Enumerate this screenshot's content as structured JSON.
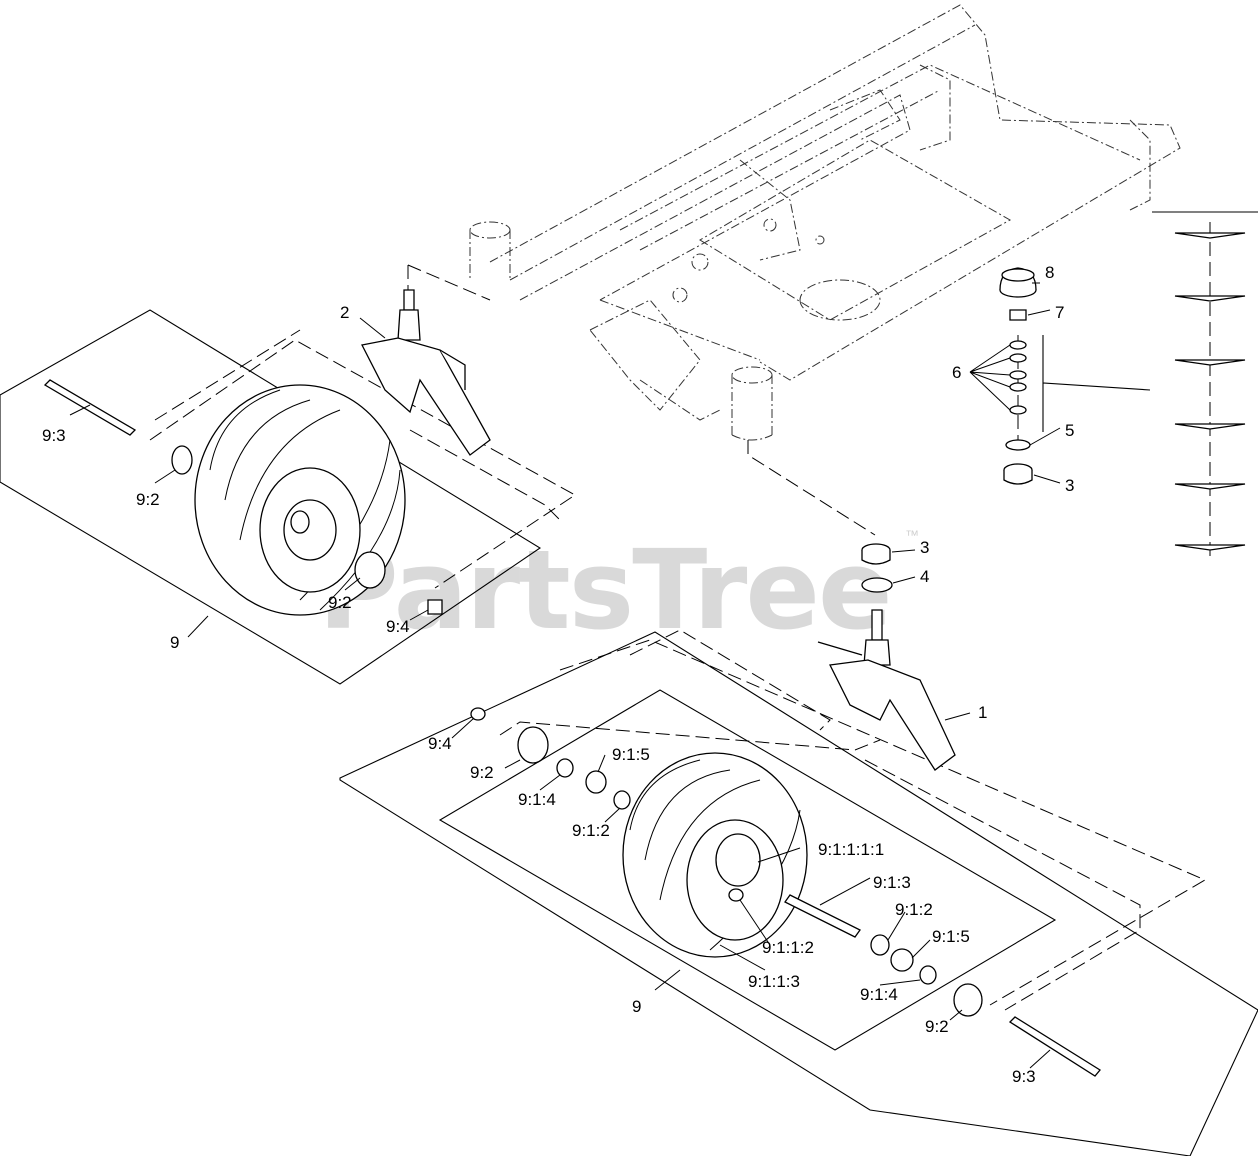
{
  "watermark": {
    "text": "PartsTree",
    "trademark": "™"
  },
  "callouts": [
    {
      "id": "c-8",
      "label": "8"
    },
    {
      "id": "c-7",
      "label": "7"
    },
    {
      "id": "c-6",
      "label": "6"
    },
    {
      "id": "c-5",
      "label": "5"
    },
    {
      "id": "c-3a",
      "label": "3"
    },
    {
      "id": "c-3b",
      "label": "3"
    },
    {
      "id": "c-4",
      "label": "4"
    },
    {
      "id": "c-2",
      "label": "2"
    },
    {
      "id": "c-1",
      "label": "1"
    },
    {
      "id": "c-9-3a",
      "label": "9:3"
    },
    {
      "id": "c-9-2a",
      "label": "9:2"
    },
    {
      "id": "c-9-2b",
      "label": "9:2"
    },
    {
      "id": "c-9-4a",
      "label": "9:4"
    },
    {
      "id": "c-9a",
      "label": "9"
    },
    {
      "id": "c-9-4b",
      "label": "9:4"
    },
    {
      "id": "c-9-2c",
      "label": "9:2"
    },
    {
      "id": "c-9-1-5a",
      "label": "9:1:5"
    },
    {
      "id": "c-9-1-4a",
      "label": "9:1:4"
    },
    {
      "id": "c-9-1-2a",
      "label": "9:1:2"
    },
    {
      "id": "c-9-1-1-1-1",
      "label": "9:1:1:1:1"
    },
    {
      "id": "c-9-1-3",
      "label": "9:1:3"
    },
    {
      "id": "c-9-1-2b",
      "label": "9:1:2"
    },
    {
      "id": "c-9-1-5b",
      "label": "9:1:5"
    },
    {
      "id": "c-9-1-1-2",
      "label": "9:1:1:2"
    },
    {
      "id": "c-9-1-1-3",
      "label": "9:1:1:3"
    },
    {
      "id": "c-9-1-4b",
      "label": "9:1:4"
    },
    {
      "id": "c-9b",
      "label": "9"
    },
    {
      "id": "c-9-2d",
      "label": "9:2"
    },
    {
      "id": "c-9-3b",
      "label": "9:3"
    }
  ]
}
